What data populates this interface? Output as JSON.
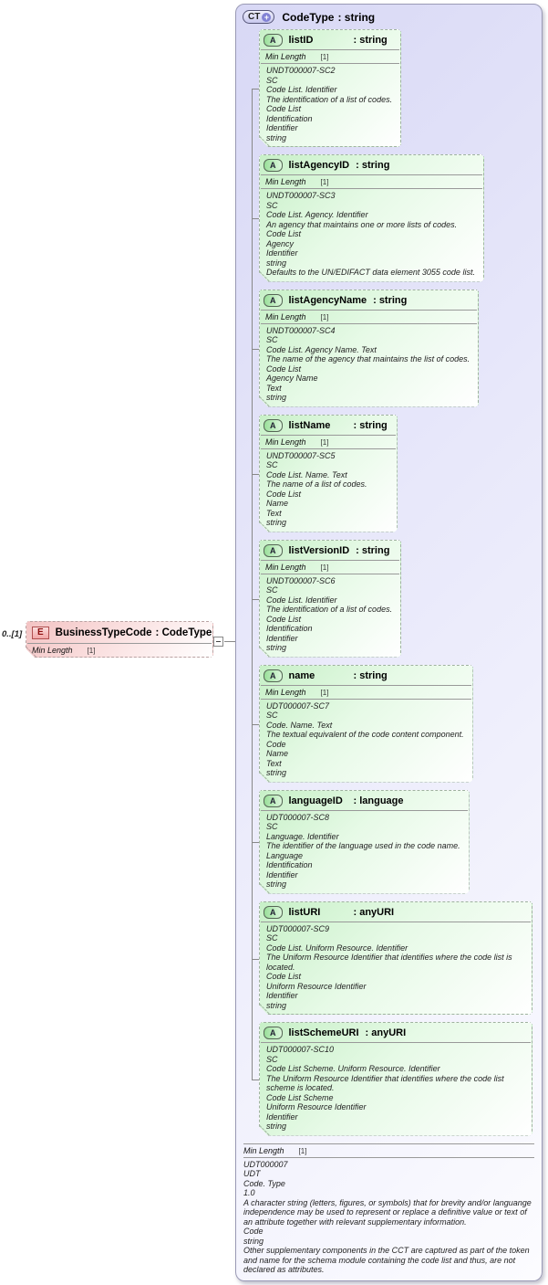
{
  "element": {
    "cardinality": "0..[1]",
    "badge": "E",
    "name": "BusinessTypeCode",
    "type_label": ": CodeType",
    "facet_label": "Min Length",
    "facet_value": "[1]"
  },
  "container": {
    "badge": "CT",
    "badge_plus": "+",
    "name": "CodeType",
    "type_label": ": string",
    "attr_badge": "A",
    "attributes": [
      {
        "name": "listID",
        "type_label": ": string",
        "facet_label": "Min Length",
        "facet_value": "[1]",
        "lines": [
          "UNDT000007-SC2",
          "SC",
          "Code List. Identifier",
          "The identification of a list of codes.",
          "Code List",
          "Identification",
          "Identifier",
          "string"
        ]
      },
      {
        "name": "listAgencyID",
        "type_label": ": string",
        "facet_label": "Min Length",
        "facet_value": "[1]",
        "lines": [
          "UNDT000007-SC3",
          "SC",
          "Code List. Agency. Identifier",
          "An agency that maintains one or more lists of codes.",
          "Code List",
          "Agency",
          "Identifier",
          "string",
          "Defaults to the UN/EDIFACT data element 3055 code list."
        ]
      },
      {
        "name": "listAgencyName",
        "type_label": ": string",
        "facet_label": "Min Length",
        "facet_value": "[1]",
        "lines": [
          "UNDT000007-SC4",
          "SC",
          "Code List. Agency Name. Text",
          "The name of the agency that maintains the list of codes.",
          "Code List",
          "Agency Name",
          "Text",
          "string"
        ]
      },
      {
        "name": "listName",
        "type_label": ": string",
        "facet_label": "Min Length",
        "facet_value": "[1]",
        "lines": [
          "UNDT000007-SC5",
          "SC",
          "Code List. Name. Text",
          "The name of a list of codes.",
          "Code List",
          "Name",
          "Text",
          "string"
        ]
      },
      {
        "name": "listVersionID",
        "type_label": ": string",
        "facet_label": "Min Length",
        "facet_value": "[1]",
        "lines": [
          "UNDT000007-SC6",
          "SC",
          "Code List. Identifier",
          "The identification of a list of codes.",
          "Code List",
          "Identification",
          "Identifier",
          "string"
        ]
      },
      {
        "name": "name",
        "type_label": ": string",
        "facet_label": "Min Length",
        "facet_value": "[1]",
        "lines": [
          "UDT000007-SC7",
          "SC",
          "Code. Name. Text",
          "The textual equivalent of the code content component.",
          "Code",
          "Name",
          "Text",
          "string"
        ]
      },
      {
        "name": "languageID",
        "type_label": ": language",
        "lines": [
          "UDT000007-SC8",
          "SC",
          "Language. Identifier",
          "The identifier of the language used in the code name.",
          "Language",
          "Identification",
          "Identifier",
          "string"
        ]
      },
      {
        "name": "listURI",
        "type_label": ": anyURI",
        "lines": [
          "UDT000007-SC9",
          "SC",
          "Code List. Uniform Resource. Identifier",
          "The Uniform Resource Identifier that identifies where the code list is located.",
          "Code List",
          "Uniform Resource Identifier",
          "Identifier",
          "string"
        ]
      },
      {
        "name": "listSchemeURI",
        "type_label": ": anyURI",
        "lines": [
          "UDT000007-SC10",
          "SC",
          "Code List Scheme. Uniform Resource. Identifier",
          "The Uniform Resource Identifier that identifies where the code list scheme is located.",
          "Code List Scheme",
          "Uniform Resource Identifier",
          "Identifier",
          "string"
        ]
      }
    ],
    "footer": {
      "facet_label": "Min Length",
      "facet_value": "[1]",
      "lines": [
        "UDT000007",
        "UDT",
        "Code. Type",
        "1.0",
        "A character string (letters, figures, or symbols) that for brevity and/or languange independence may be used to represent or replace a definitive value or text of an attribute together with relevant supplementary information.",
        "Code",
        "string",
        "Other supplementary components in the CCT are captured as part of the token and name for the schema module containing the code list and thus, are not declared as attributes."
      ]
    }
  },
  "colors": {
    "container_fill": "#e2e2f8",
    "attribute_fill": "#c7f0c7",
    "element_fill": "#f3c3c3",
    "line": "#888888"
  }
}
